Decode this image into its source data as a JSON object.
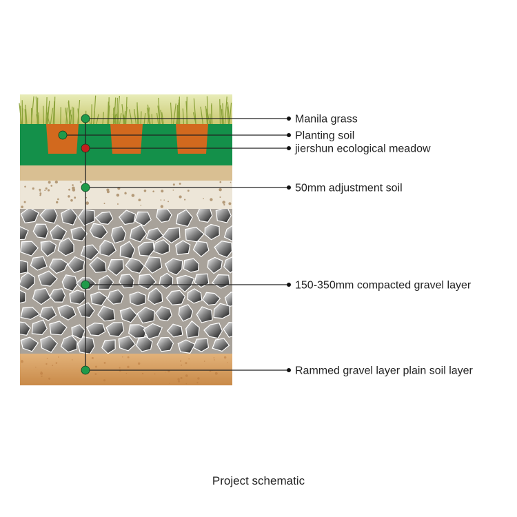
{
  "diagram": {
    "layers": [
      {
        "label": "Manila grass",
        "marker_color": "#1f9a4a"
      },
      {
        "label": "Planting soil",
        "marker_color": "#1f9a4a"
      },
      {
        "label": "jiershun ecological meadow",
        "marker_color": "#c41e1e"
      },
      {
        "label": "50mm adjustment soil",
        "marker_color": "#1f9a4a"
      },
      {
        "label": "150-350mm compacted gravel layer",
        "marker_color": "#1f9a4a"
      },
      {
        "label": "Rammed gravel layer plain soil layer",
        "marker_color": "#1f9a4a"
      }
    ],
    "colors": {
      "grass": "#cfd88a",
      "meadow_green": "#14904a",
      "planting_soil": "#d2691e",
      "adjustment_soil": "#ede6d8",
      "gravel_bg": "#a8a29a",
      "base_soil": "#d9a567",
      "leader_line": "#222222"
    }
  },
  "caption": "Project schematic"
}
